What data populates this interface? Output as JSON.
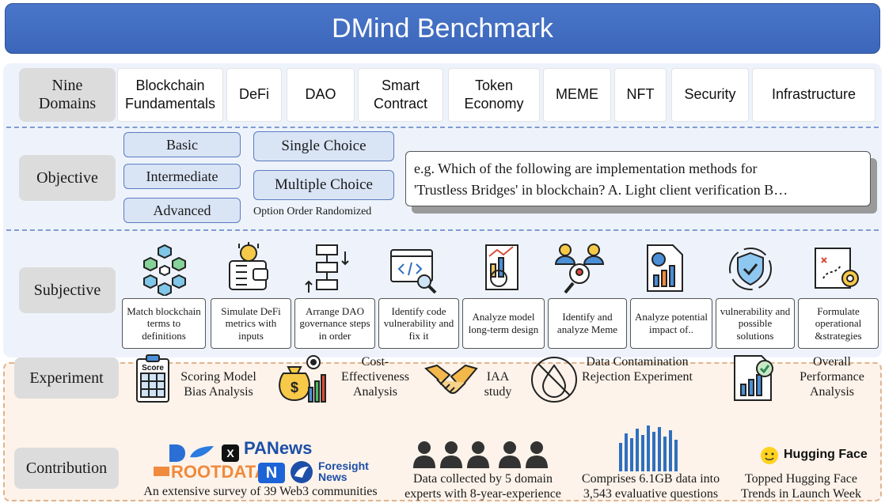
{
  "title": "DMind Benchmark",
  "domains": {
    "label_line1": "Nine",
    "label_line2": "Domains",
    "items": [
      {
        "line1": "Blockchain",
        "line2": "Fundamentals"
      },
      {
        "line1": "DeFi",
        "line2": ""
      },
      {
        "line1": "DAO",
        "line2": ""
      },
      {
        "line1": "Smart",
        "line2": "Contract"
      },
      {
        "line1": "Token",
        "line2": "Economy"
      },
      {
        "line1": "MEME",
        "line2": ""
      },
      {
        "line1": "NFT",
        "line2": ""
      },
      {
        "line1": "Security",
        "line2": ""
      },
      {
        "line1": "Infrastructure",
        "line2": ""
      }
    ]
  },
  "objective": {
    "label": "Objective",
    "levels": [
      "Basic",
      "Intermediate",
      "Advanced"
    ],
    "choices": [
      "Single Choice",
      "Multiple Choice"
    ],
    "option_note": "Option Order Randomized",
    "example_line1": "e.g. Which of the following are implementation methods for",
    "example_line2": "'Trustless Bridges' in blockchain? A. Light client verification B…"
  },
  "subjective": {
    "label": "Subjective",
    "tasks": [
      {
        "icon": "network-hexagon-icon",
        "text": "Match blockchain terms to definitions"
      },
      {
        "icon": "wallet-circuit-icon",
        "text": "Simulate DeFi metrics with inputs"
      },
      {
        "icon": "flow-steps-icon",
        "text": "Arrange DAO governance steps in order"
      },
      {
        "icon": "code-inspect-icon",
        "text": "Identify code vulnerability and fix it"
      },
      {
        "icon": "report-analysis-icon",
        "text": "Analyze model long-term design"
      },
      {
        "icon": "people-search-icon",
        "text": "Identify and analyze Meme"
      },
      {
        "icon": "chart-document-icon",
        "text": "Analyze potential impact of.."
      },
      {
        "icon": "shield-check-icon",
        "text": "vulnerability and possible solutions"
      },
      {
        "icon": "strategy-board-icon",
        "text": "Formulate operational &strategies"
      }
    ]
  },
  "experiment": {
    "label": "Experiment",
    "items": [
      {
        "icon": "scoreboard-icon",
        "icon_text": "Score",
        "text": "Scoring Model Bias Analysis"
      },
      {
        "icon": "money-bag-chart-icon",
        "icon_text": "",
        "text": "Cost-Effectiveness Analysis"
      },
      {
        "icon": "handshake-icon",
        "icon_text": "",
        "text": "IAA study"
      },
      {
        "icon": "no-contamination-icon",
        "icon_text": "",
        "text": "Data Contamination Rejection Experiment"
      },
      {
        "icon": "performance-report-icon",
        "icon_text": "",
        "text": "Overall Performance Analysis"
      }
    ]
  },
  "contribution": {
    "label": "Contribution",
    "logos": [
      "PANews",
      "ROOTDATA",
      "Foresight",
      "News"
    ],
    "survey_text": "An extensive survey of 39 Web3 communities",
    "experts_line1": "Data collected by 5 domain",
    "experts_line2": "experts with 8-year-experience",
    "data_line1": "Comprises 6.1GB data into",
    "data_line2": "3,543 evaluative questions",
    "hf_logo": "Hugging Face",
    "hf_line1": "Topped Hugging Face",
    "hf_line2": "Trends in Launch Week"
  },
  "colors": {
    "title_blue": "#3f6bbf",
    "top_panel": "#eef3fb",
    "bottom_panel": "#fdf3ea",
    "chip_blue": "#d9e4f5"
  }
}
